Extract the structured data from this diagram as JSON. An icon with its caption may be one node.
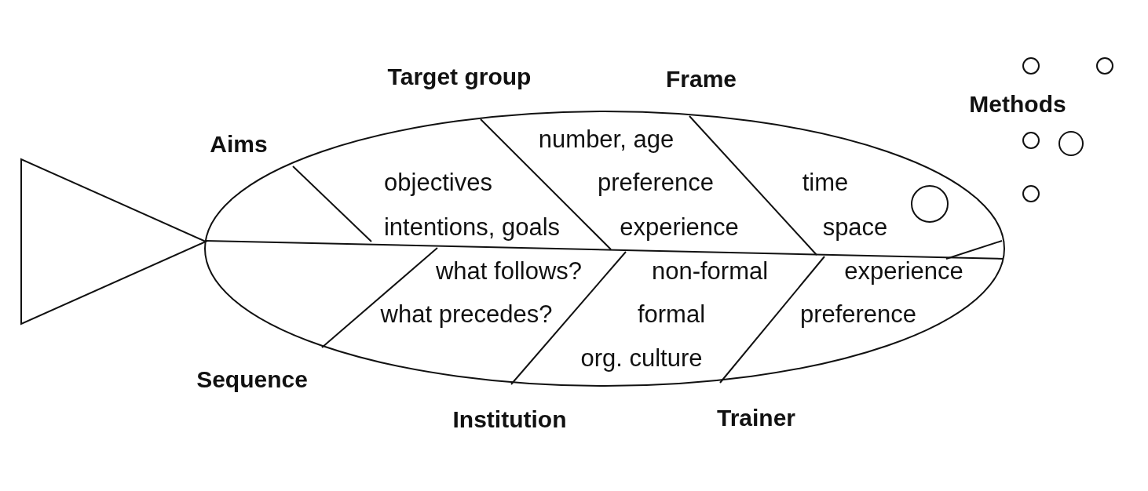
{
  "diagram": {
    "labels": [
      "Target group",
      "Frame",
      "Methods",
      "Aims",
      "number, age",
      "objectives",
      "preference",
      "time",
      "intentions, goals",
      "experience",
      "space",
      "what follows?",
      "non-formal",
      "experience",
      "what precedes?",
      "formal",
      "preference",
      "org. culture",
      "Sequence",
      "Institution",
      "Trainer"
    ]
  }
}
